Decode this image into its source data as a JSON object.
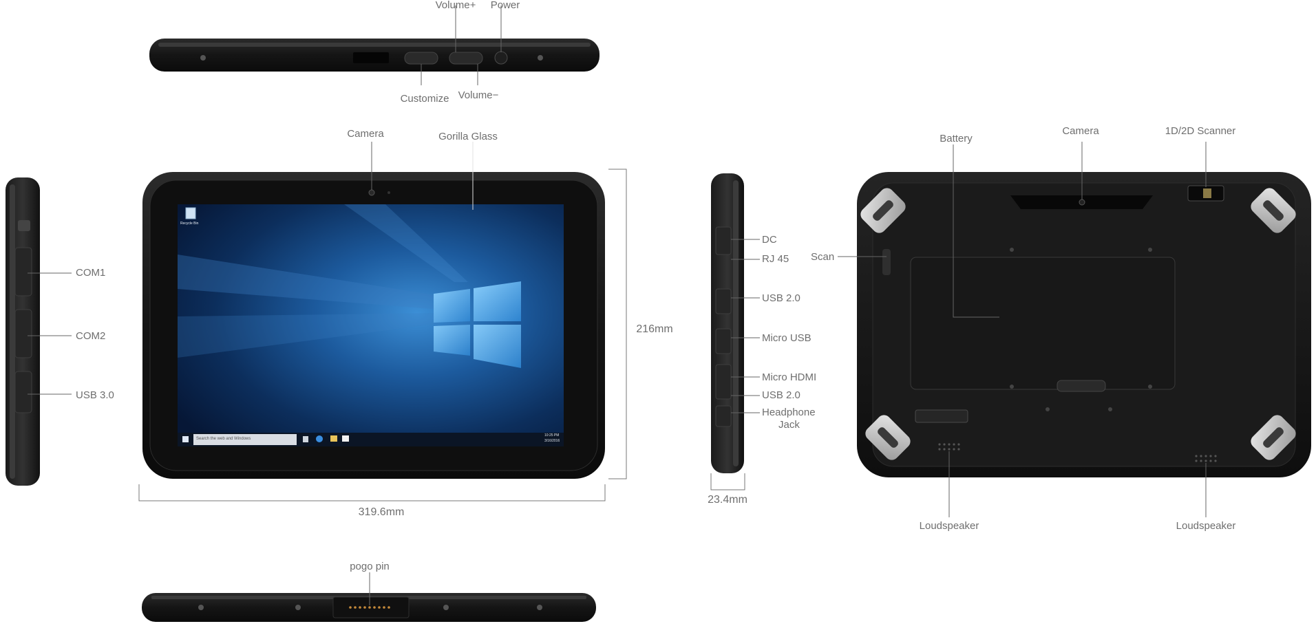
{
  "labels": {
    "top_volume_plus": "Volume+",
    "top_power": "Power",
    "top_customize": "Customize",
    "top_volume_minus": "Volume−",
    "front_camera": "Camera",
    "front_gorilla_glass": "Gorilla Glass",
    "left_com1": "COM1",
    "left_com2": "COM2",
    "left_usb30": "USB 3.0",
    "dim_height": "216mm",
    "dim_width": "319.6mm",
    "dim_thickness": "23.4mm",
    "right_dc": "DC",
    "right_rj45": "RJ 45",
    "right_usb20_a": "USB 2.0",
    "right_micro_usb": "Micro USB",
    "right_micro_hdmi": "Micro HDMI",
    "right_usb20_b": "USB 2.0",
    "right_headphone_1": "Headphone",
    "right_headphone_2": "Jack",
    "back_battery": "Battery",
    "back_camera": "Camera",
    "back_scanner": "1D/2D Scanner",
    "back_scan": "Scan",
    "back_loudspeaker_left": "Loudspeaker",
    "back_loudspeaker_right": "Loudspeaker",
    "bottom_pogo_pin": "pogo pin"
  },
  "screen": {
    "recycle_bin": "Recycle Bin",
    "search_placeholder": "Search the web and Windows",
    "time": "10:25 PM",
    "date": "3/16/2016"
  }
}
